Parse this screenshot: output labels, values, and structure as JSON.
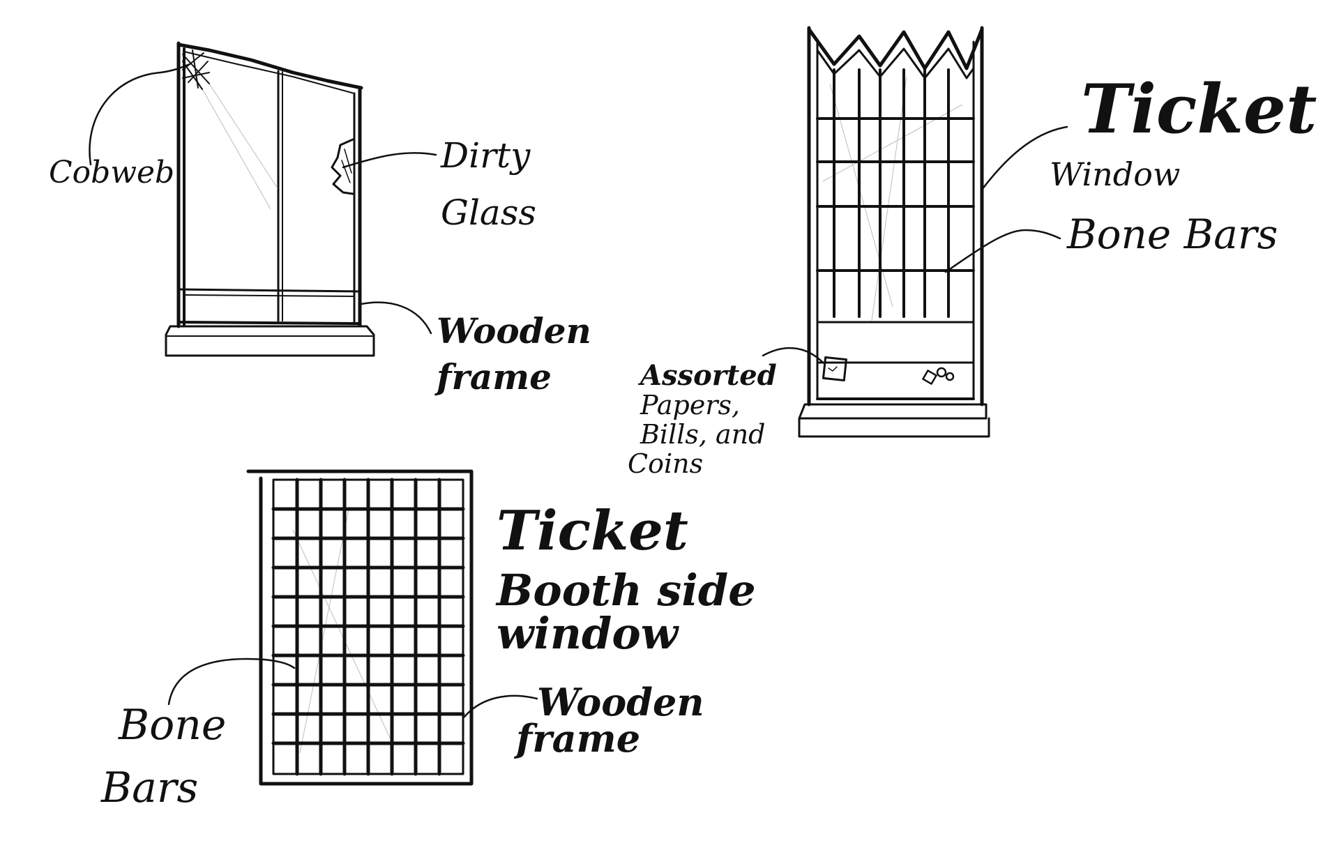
{
  "sketch1": {
    "labels": {
      "cobweb": "Cobweb",
      "dirty_glass": [
        "Dirty",
        "Glass"
      ],
      "wooden_frame": [
        "Wooden",
        "frame"
      ]
    }
  },
  "sketch2": {
    "labels": {
      "title": "Ticket",
      "subtitle": "Window",
      "bone_bars": "Bone Bars",
      "assorted": [
        "Assorted",
        "Papers,",
        "Bills, and",
        "Coins"
      ]
    }
  },
  "sketch3": {
    "labels": {
      "title": [
        "Ticket",
        "Booth side",
        "window"
      ],
      "bone_bars": [
        "Bone",
        "Bars"
      ],
      "wooden_frame": [
        "Wooden",
        "frame"
      ]
    }
  },
  "colors": {
    "ink": "#111111",
    "paper": "#ffffff",
    "pencil": "#bdbdbd"
  }
}
